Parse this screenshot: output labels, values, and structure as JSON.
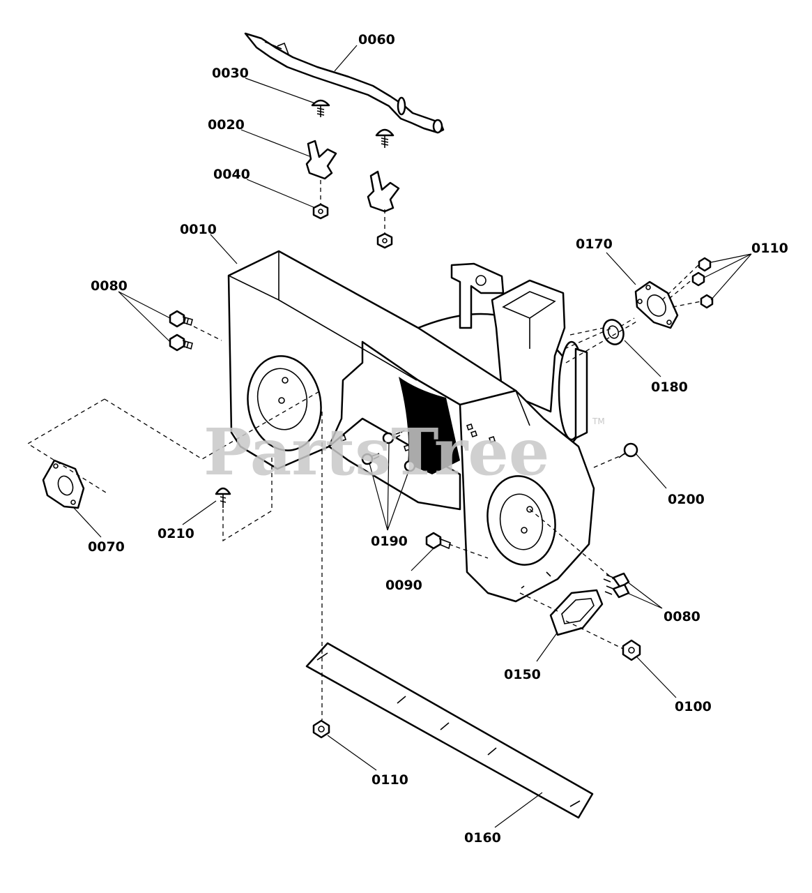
{
  "watermark": {
    "text": "PartsTree",
    "trademark": "TM"
  },
  "callouts": {
    "c0060": "0060",
    "c0030": "0030",
    "c0020": "0020",
    "c0040": "0040",
    "c0010": "0010",
    "c0080a": "0080",
    "c0170": "0170",
    "c0110a": "0110",
    "c0180": "0180",
    "c0200": "0200",
    "c0070": "0070",
    "c0210": "0210",
    "c0190": "0190",
    "c0090": "0090",
    "c0080b": "0080",
    "c0150": "0150",
    "c0100": "0100",
    "c0110b": "0110",
    "c0160": "0160"
  }
}
